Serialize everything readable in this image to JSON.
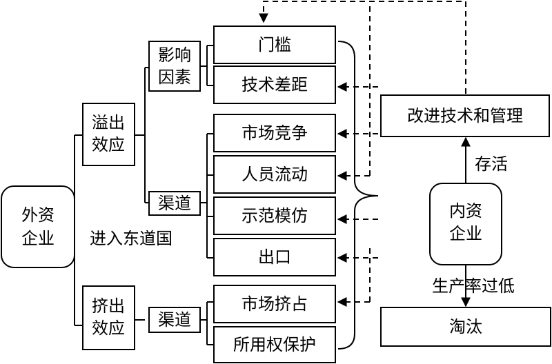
{
  "nodes": {
    "foreign_enterprise": [
      "外资",
      "企业"
    ],
    "spillover_effect": [
      "溢出",
      "效应"
    ],
    "crowding_effect": [
      "挤出",
      "效应"
    ],
    "influencing_factors": [
      "影响",
      "因素"
    ],
    "channel_spillover": "渠道",
    "channel_crowding": "渠道",
    "threshold": "门槛",
    "tech_gap": "技术差距",
    "market_competition": "市场竞争",
    "personnel_mobility": "人员流动",
    "demonstration_imitation": "示范模仿",
    "export": "出口",
    "market_crowding": "市场挤占",
    "property_rights": "所用权保护",
    "improve_tech_mgmt": "改进技术和管理",
    "domestic_enterprise": [
      "内资",
      "企业"
    ],
    "eliminated": "淘汰"
  },
  "labels": {
    "enter_host": "进入东道国",
    "survive": "存活",
    "low_productivity": "生产率过低"
  }
}
